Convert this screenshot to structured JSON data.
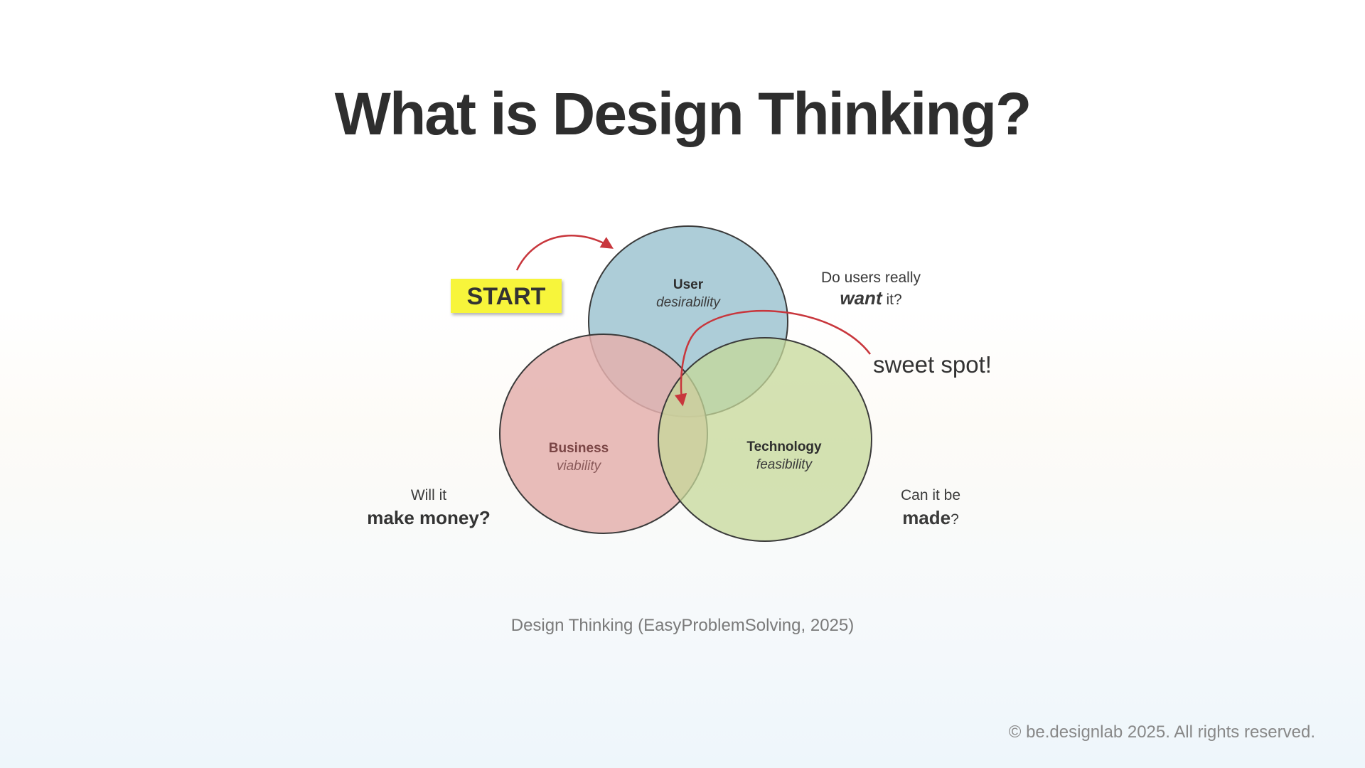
{
  "slide": {
    "title": "What is Design Thinking?",
    "caption": "Design Thinking (EasyProblemSolving, 2025)",
    "footer": "© be.designlab 2025. All rights reserved."
  },
  "diagram": {
    "start_label": "START",
    "sweet_spot_label": "sweet spot!",
    "circles": {
      "user": {
        "title": "User",
        "subtitle": "desirability",
        "color": "#a9cad6"
      },
      "business": {
        "title": "Business",
        "subtitle": "viability",
        "color": "#e4b0ae"
      },
      "technology": {
        "title": "Technology",
        "subtitle": "feasibility",
        "color": "#d4e1ae"
      }
    },
    "questions": {
      "user": {
        "line1": "Do users really",
        "emphasis": "want",
        "suffix": " it?"
      },
      "business": {
        "line1": "Will it",
        "emphasis": "make money?"
      },
      "technology": {
        "line1": "Can it be",
        "emphasis": "made",
        "suffix": "?"
      }
    },
    "colors": {
      "arrow": "#c8363c",
      "start_bg": "#f7f53a",
      "outline": "#3a3a3a"
    }
  }
}
